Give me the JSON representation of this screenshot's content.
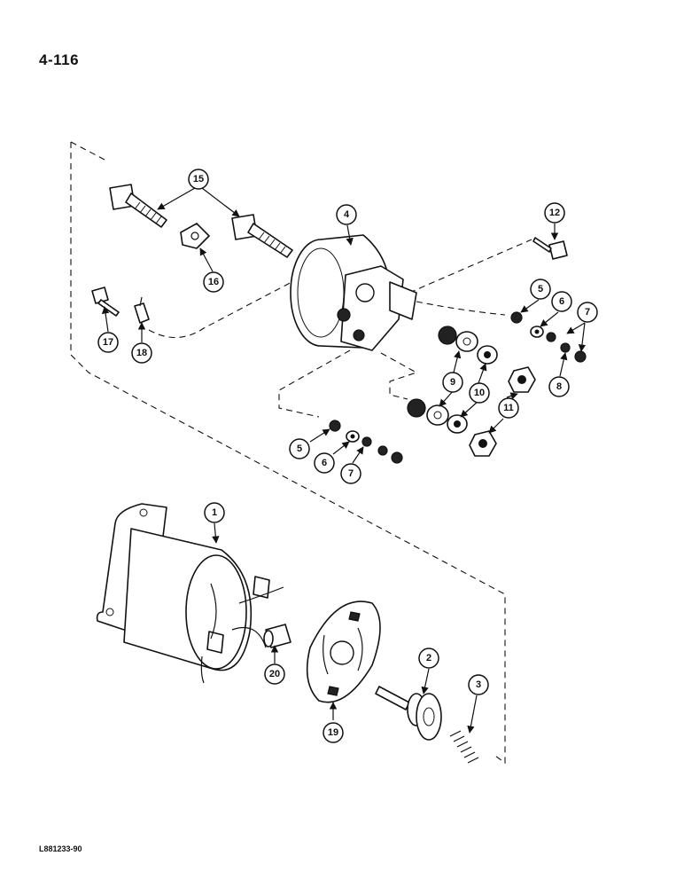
{
  "page": {
    "number": "4-116",
    "figure_code": "L881233-90"
  },
  "callouts": [
    "1",
    "2",
    "3",
    "4",
    "5",
    "6",
    "7",
    "8",
    "9",
    "10",
    "11",
    "12",
    "15",
    "16",
    "17",
    "18",
    "19",
    "20"
  ],
  "callouts_repeat": [
    "5",
    "6",
    "7"
  ]
}
